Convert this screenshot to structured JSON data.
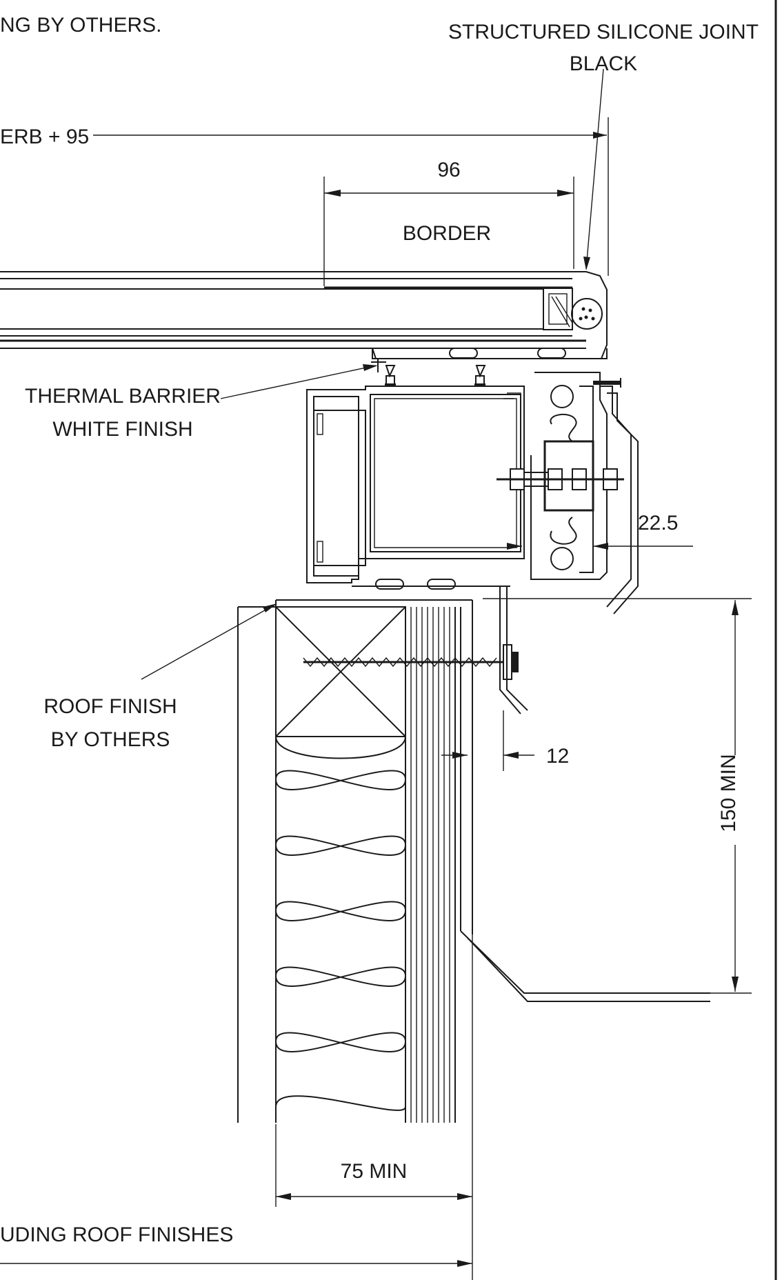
{
  "labels": {
    "glazing_note": "NG BY OTHERS.",
    "silicone_joint_line1": "STRUCTURED SILICONE JOINT",
    "silicone_joint_line2": "BLACK",
    "kerb_dim": "ERB + 95",
    "border_dim": "96",
    "border": "BORDER",
    "thermal_barrier_line1": "THERMAL BARRIER",
    "thermal_barrier_line2": "WHITE FINISH",
    "dim_22_5": "22.5",
    "roof_finish_line1": "ROOF FINISH",
    "roof_finish_line2": "BY OTHERS",
    "dim_12": "12",
    "upstand_min": "150 MIN",
    "kerb_width_min": "75 MIN",
    "bottom_note": "UDING ROOF FINISHES"
  }
}
